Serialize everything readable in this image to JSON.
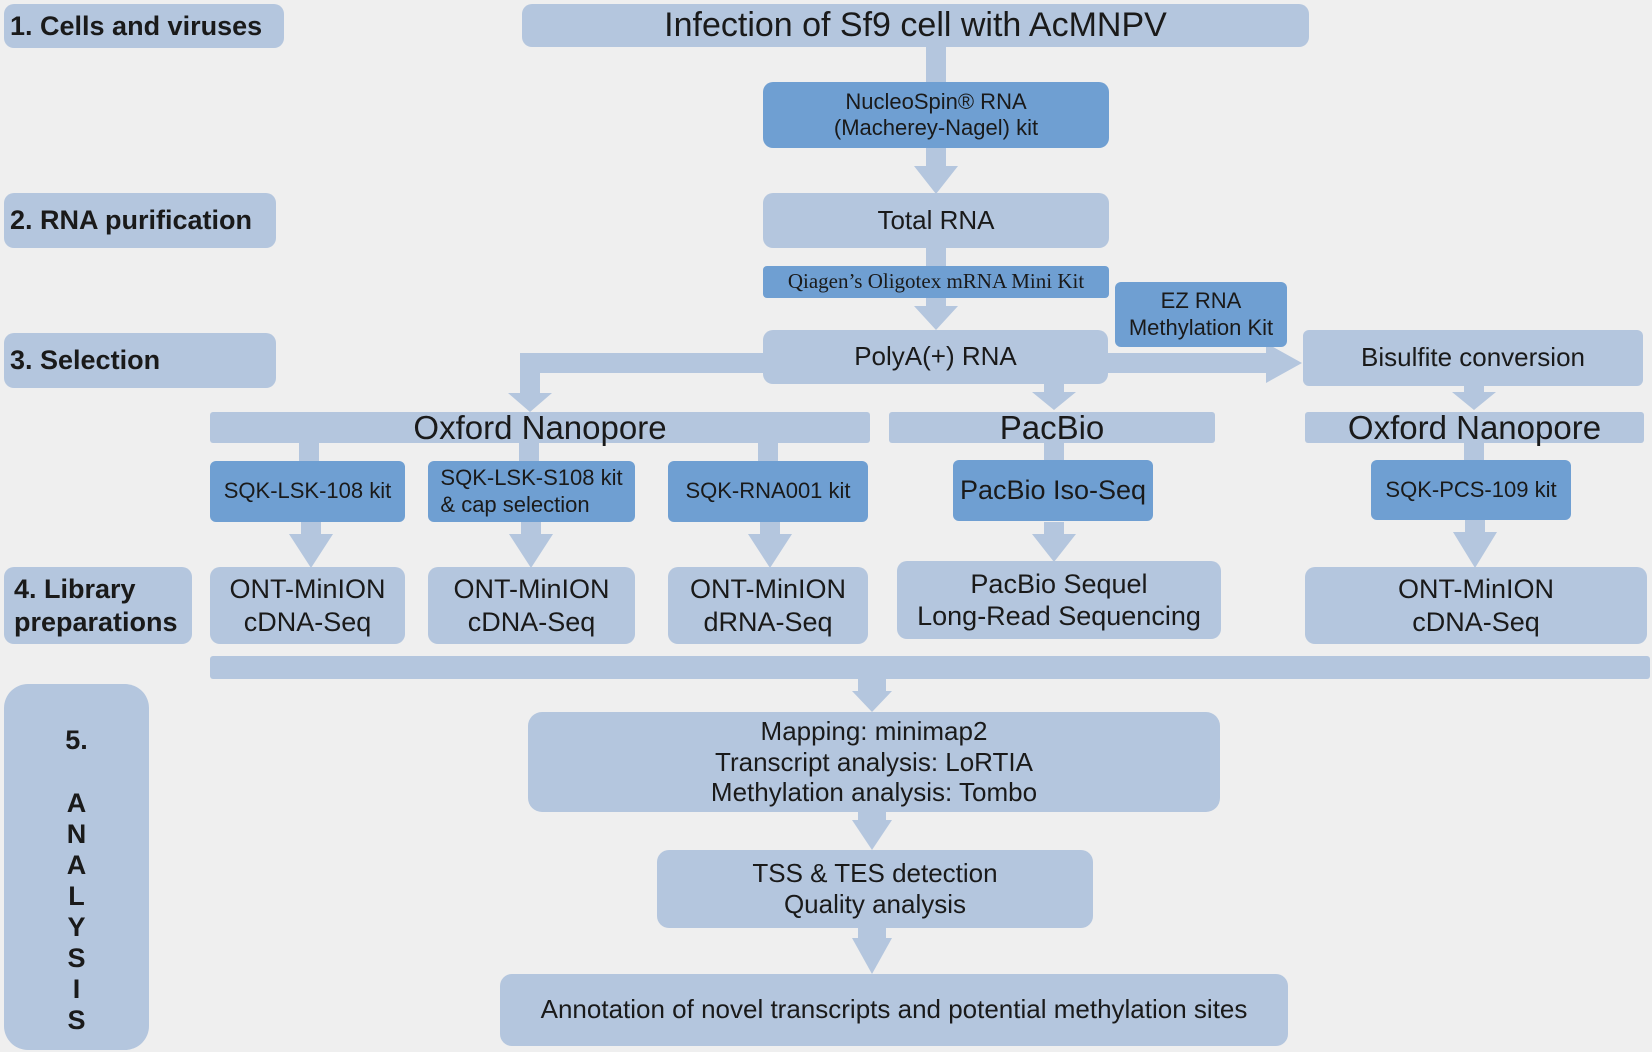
{
  "stages": {
    "s1": "1. Cells and viruses",
    "s2": "2. RNA purification",
    "s3": "3. Selection",
    "s4": [
      "4. Library",
      "preparations"
    ],
    "s5_num": "5.",
    "s5_letters": [
      "A",
      "N",
      "A",
      "L",
      "Y",
      "S",
      "I",
      "S"
    ]
  },
  "nodes": {
    "infection": "Infection of Sf9 cell with AcMNPV",
    "nucleospin": [
      "NucleoSpin® RNA",
      "(Macherey-Nagel) kit"
    ],
    "total_rna": "Total RNA",
    "oligotex": "Qiagen’s Oligotex mRNA Mini Kit",
    "ez_rna": [
      "EZ RNA",
      "Methylation Kit"
    ],
    "polya": "PolyA(+) RNA",
    "bisulfite": "Bisulfite conversion",
    "ont_left": "Oxford Nanopore",
    "pacbio": "PacBio",
    "ont_right": "Oxford Nanopore",
    "kit_lsk108": "SQK-LSK-108 kit",
    "kit_lsks108": [
      "SQK-LSK-S108 kit",
      "& cap selection"
    ],
    "kit_rna001": "SQK-RNA001 kit",
    "kit_isoseq": "PacBio Iso-Seq",
    "kit_pcs109": "SQK-PCS-109 kit",
    "seq_ont1": [
      "ONT-MinION",
      "cDNA-Seq"
    ],
    "seq_ont2": [
      "ONT-MinION",
      "cDNA-Seq"
    ],
    "seq_ont3": [
      "ONT-MinION",
      "dRNA-Seq"
    ],
    "seq_pacbio": [
      "PacBio Sequel",
      "Long-Read Sequencing"
    ],
    "seq_ont4": [
      "ONT-MinION",
      "cDNA-Seq"
    ],
    "mapping": [
      "Mapping: minimap2",
      "Transcript analysis: LoRTIA",
      "Methylation analysis: Tombo"
    ],
    "tss": [
      "TSS & TES detection",
      "Quality analysis"
    ],
    "annotation": "Annotation of novel transcripts and potential methylation sites"
  },
  "colors": {
    "background": "#efefef",
    "light_box": "#b4c6de",
    "dark_box": "#6f9fd2",
    "arrow": "#b4c6de"
  }
}
